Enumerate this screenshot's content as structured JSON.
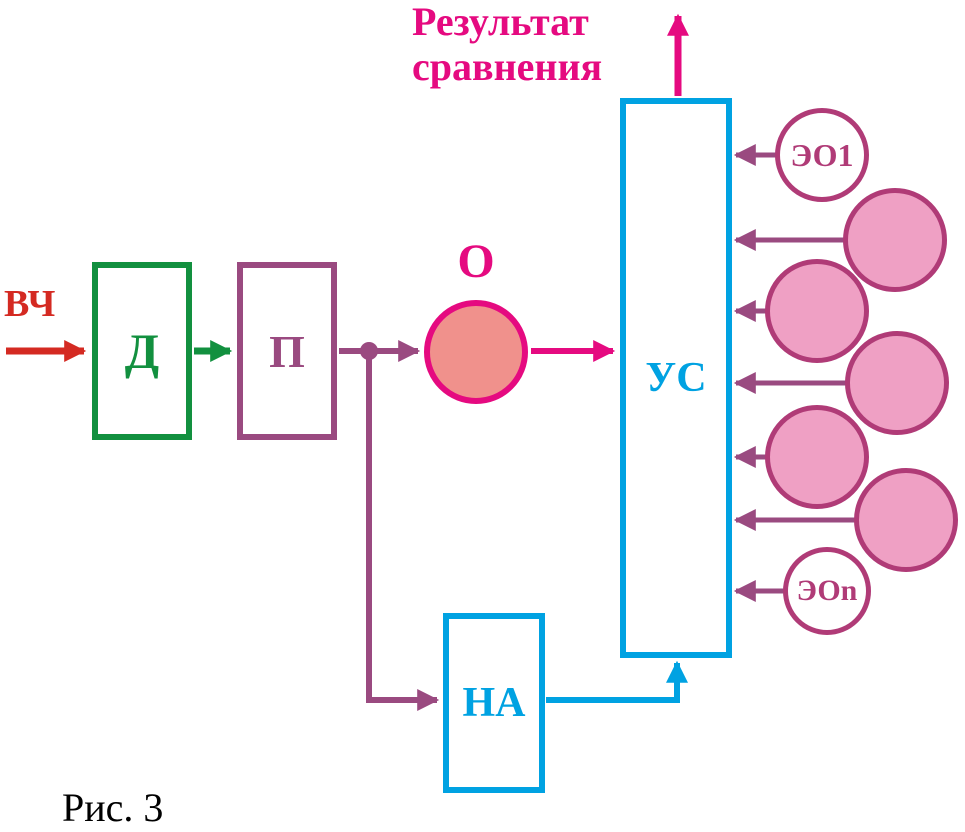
{
  "diagram": {
    "result_label": "Результат\nсравнения",
    "input_label": "ВЧ",
    "object_label": "О",
    "blocks": {
      "d": "Д",
      "p": "П",
      "us": "УС",
      "na": "НА"
    },
    "reference_circles": {
      "first": "ЭО1",
      "last": "ЭОn"
    },
    "caption": "Рис. 3",
    "colors": {
      "red": "#d42a22",
      "green": "#12903f",
      "purple": "#9a4a80",
      "magenta": "#e50a80",
      "cyan": "#00a2e2",
      "pink_fill": "#efa0c4",
      "salmon_fill": "#f0918c",
      "circle_outline": "#b03b77"
    }
  }
}
